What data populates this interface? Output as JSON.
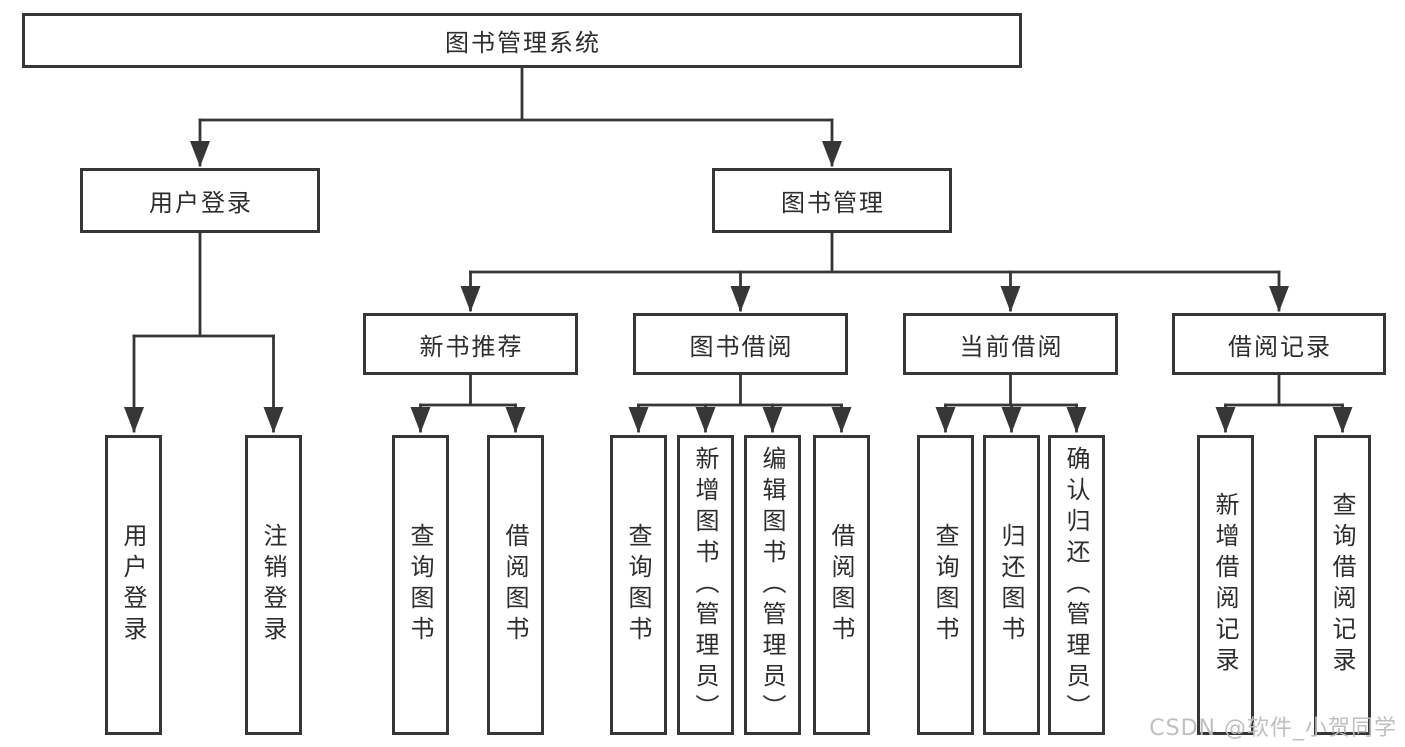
{
  "diagram": {
    "root": {
      "label": "图书管理系统"
    },
    "branches": [
      {
        "label": "用户登录",
        "children": [
          {
            "label": "用户登录"
          },
          {
            "label": "注销登录"
          }
        ]
      },
      {
        "label": "图书管理",
        "groups": [
          {
            "label": "新书推荐",
            "children": [
              {
                "label": "查询图书"
              },
              {
                "label": "借阅图书"
              }
            ]
          },
          {
            "label": "图书借阅",
            "children": [
              {
                "label": "查询图书"
              },
              {
                "label": "新增图书（管理员）"
              },
              {
                "label": "编辑图书（管理员）"
              },
              {
                "label": "借阅图书"
              }
            ]
          },
          {
            "label": "当前借阅",
            "children": [
              {
                "label": "查询图书"
              },
              {
                "label": "归还图书"
              },
              {
                "label": "确认归还（管理员）"
              }
            ]
          },
          {
            "label": "借阅记录",
            "children": [
              {
                "label": "新增借阅记录"
              },
              {
                "label": "查询借阅记录"
              }
            ]
          }
        ]
      }
    ]
  },
  "watermark": {
    "text": "CSDN @软件_小贺同学"
  },
  "colors": {
    "line": "#363636",
    "box_border": "#363636",
    "text": "#2d2d2d",
    "watermark": "#bcbcbc",
    "background": "#ffffff"
  }
}
